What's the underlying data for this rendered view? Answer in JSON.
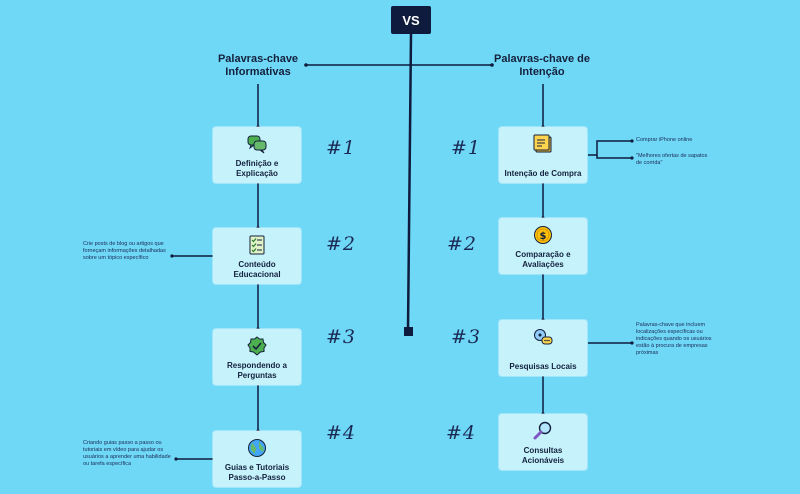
{
  "header": {
    "vs_label": "VS"
  },
  "left": {
    "title": "Palavras-chave Informativas",
    "cards": [
      {
        "label": "Definição e Explicação",
        "icon": "speech-bubbles-icon",
        "rank": "#1"
      },
      {
        "label": "Conteúdo Educacional",
        "icon": "document-checklist-icon",
        "rank": "#2"
      },
      {
        "label": "Respondendo a Perguntas",
        "icon": "check-badge-icon",
        "rank": "#3"
      },
      {
        "label": "Guias e Tutoriais Passo-a-Passo",
        "icon": "globe-icon",
        "rank": "#4"
      }
    ],
    "notes": {
      "educational": "Crie posts de blog ou artigos que forneçam informações detalhadas sobre um tópico específico",
      "guides": "Criando guias passo a passo ou tutoriais em vídeo para ajudar os usuários a aprender uma habilidade ou tarefa específica"
    }
  },
  "right": {
    "title": "Palavras-chave de Intenção",
    "cards": [
      {
        "label": "Intenção de Compra",
        "icon": "note-pad-icon",
        "rank": "#1"
      },
      {
        "label": "Comparação e Avaliações",
        "icon": "dollar-coin-icon",
        "rank": "#2"
      },
      {
        "label": "Pesquisas Locais",
        "icon": "location-chat-icon",
        "rank": "#3"
      },
      {
        "label": "Consultas Acionáveis",
        "icon": "magnifier-icon",
        "rank": "#4"
      }
    ],
    "notes": {
      "purchase_1": "Comprar iPhone online",
      "purchase_2": "\"Melhores ofertas de sapatos de corrida\"",
      "local": "Palavras-chave que incluem localizações específicas ou indicações quando os usuários estão à procura de empresas próximas"
    }
  },
  "colors": {
    "background": "#6fd8f7",
    "card": "#c5f2fb",
    "ink": "#0f1b3d"
  }
}
